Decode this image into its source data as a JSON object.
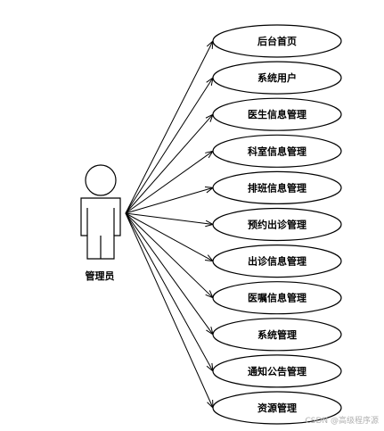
{
  "actor": {
    "label": "管理员"
  },
  "use_cases": [
    {
      "label": "后台首页"
    },
    {
      "label": "系统用户"
    },
    {
      "label": "医生信息管理"
    },
    {
      "label": "科室信息管理"
    },
    {
      "label": "排班信息管理"
    },
    {
      "label": "预约出诊管理"
    },
    {
      "label": "出诊信息管理"
    },
    {
      "label": "医嘱信息管理"
    },
    {
      "label": "系统管理"
    },
    {
      "label": "通知公告管理"
    },
    {
      "label": "资源管理"
    }
  ],
  "watermark": "CSDN @高级程序源",
  "colors": {
    "stroke": "#000000",
    "fill": "#ffffff",
    "watermark": "#b0b0b0"
  }
}
